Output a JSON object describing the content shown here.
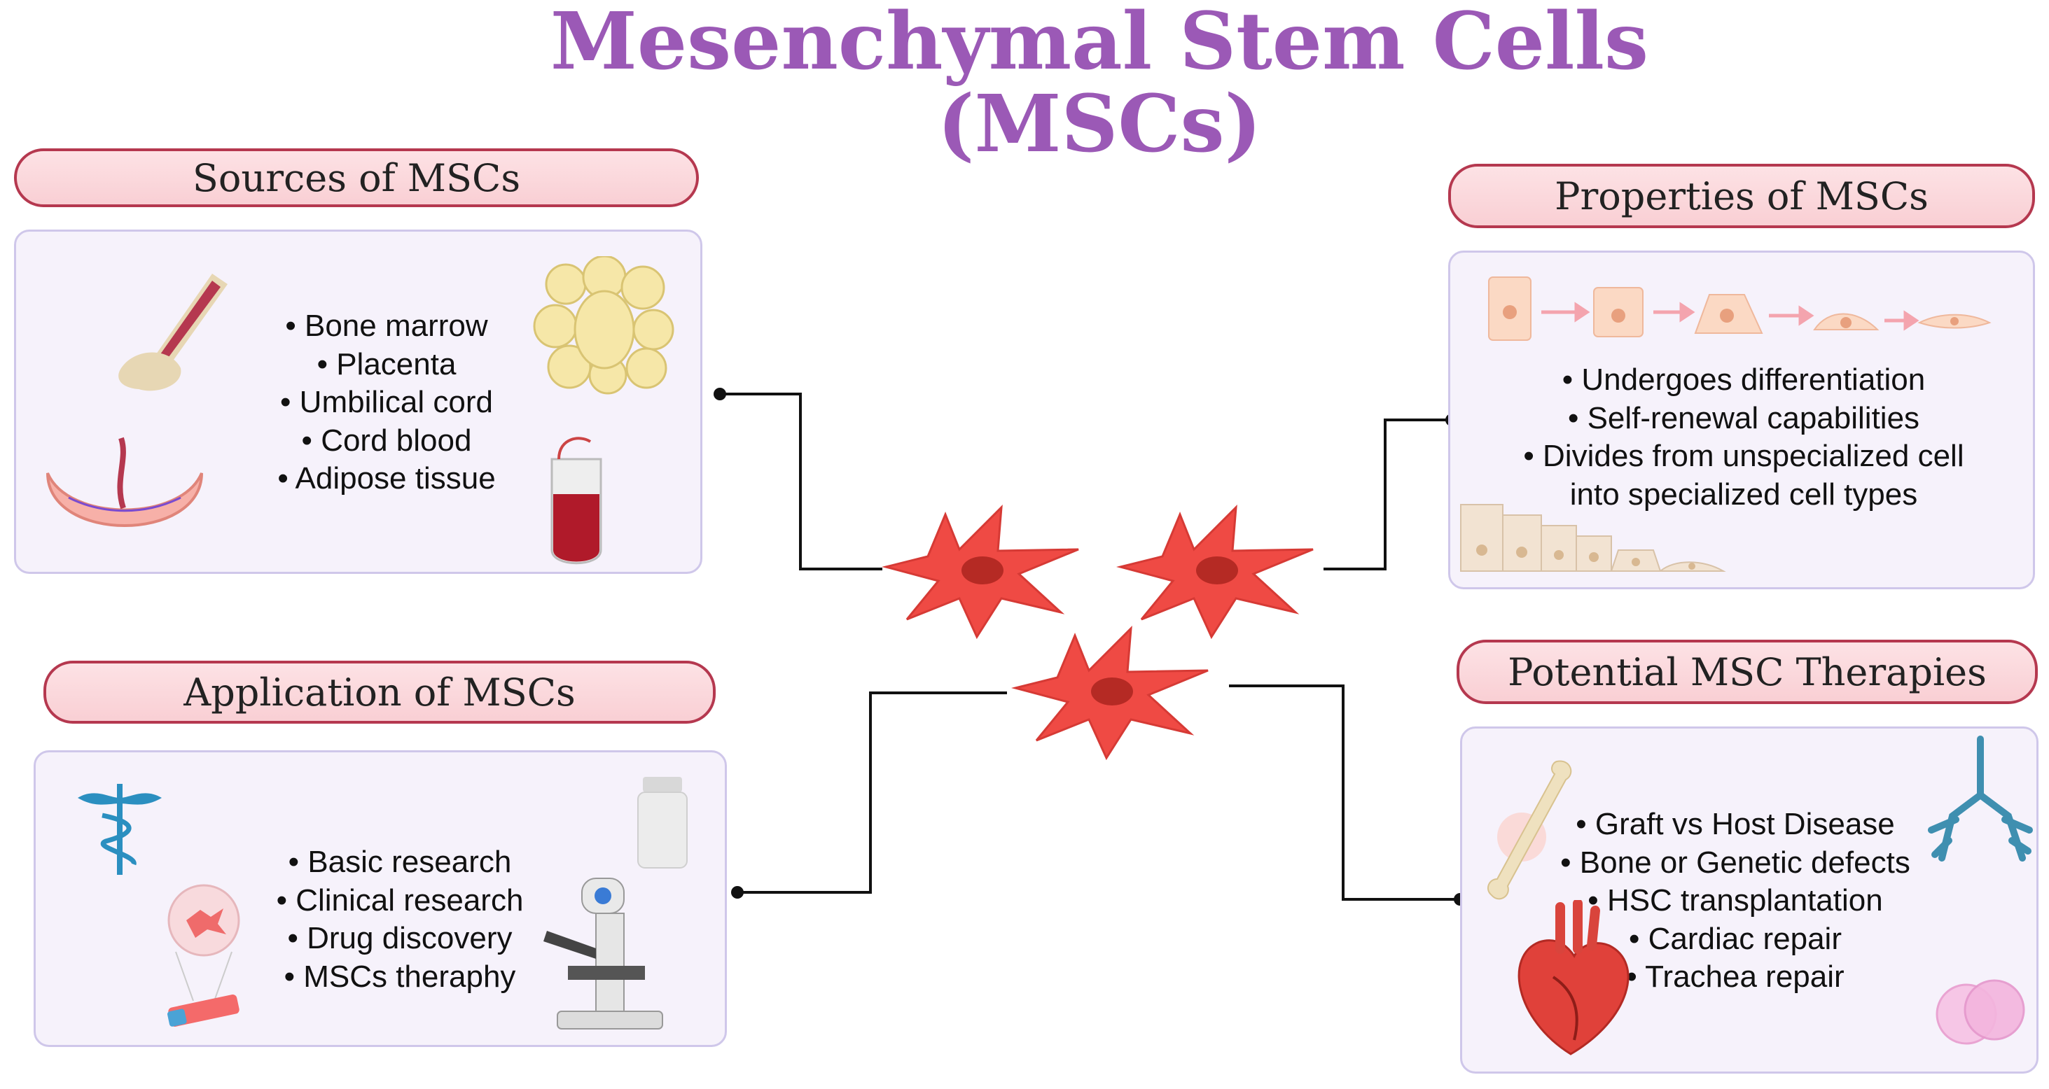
{
  "title": {
    "line1": "Mesenchymal Stem Cells",
    "line2": "(MSCs)"
  },
  "colors": {
    "title": "#9b59b6",
    "pill_border": "#b5384f",
    "pill_fill": "#fde2e5",
    "panel_border": "#cfc7ea",
    "panel_fill": "#f6f2fb",
    "cell": "#ef4a44",
    "nucleus": "#b52a24"
  },
  "sources": {
    "header": "Sources of MSCs",
    "items": [
      "Bone marrow",
      "Placenta",
      "Umbilical cord",
      "Cord blood",
      "Adipose tissue"
    ],
    "icons": [
      "bone-icon",
      "adipose-tissue-icon",
      "placenta-icon",
      "blood-tube-icon"
    ]
  },
  "properties": {
    "header": "Properties of MSCs",
    "items": [
      "Undergoes differentiation",
      "Self-renewal capabilities",
      "Divides from unspecialized cell",
      "into specialized cell types"
    ],
    "icons": [
      "cell-differentiation-icon",
      "epithelium-icon"
    ]
  },
  "application": {
    "header": "Application of MSCs",
    "items": [
      "Basic research",
      "Clinical research",
      "Drug discovery",
      "MSCs theraphy"
    ],
    "icons": [
      "caduceus-icon",
      "pill-bottle-icon",
      "cell-culture-flask-icon",
      "microscope-icon"
    ]
  },
  "therapies": {
    "header": "Potential MSC Therapies",
    "items": [
      "Graft  vs  Host Disease",
      "Bone or Genetic defects",
      "HSC transplantation",
      "Cardiac repair",
      "Trachea repair"
    ],
    "icons": [
      "bone-icon",
      "trachea-icon",
      "heart-icon",
      "cells-icon"
    ]
  },
  "center": {
    "icons": [
      "stem-cell-icon",
      "stem-cell-icon",
      "stem-cell-icon"
    ]
  }
}
